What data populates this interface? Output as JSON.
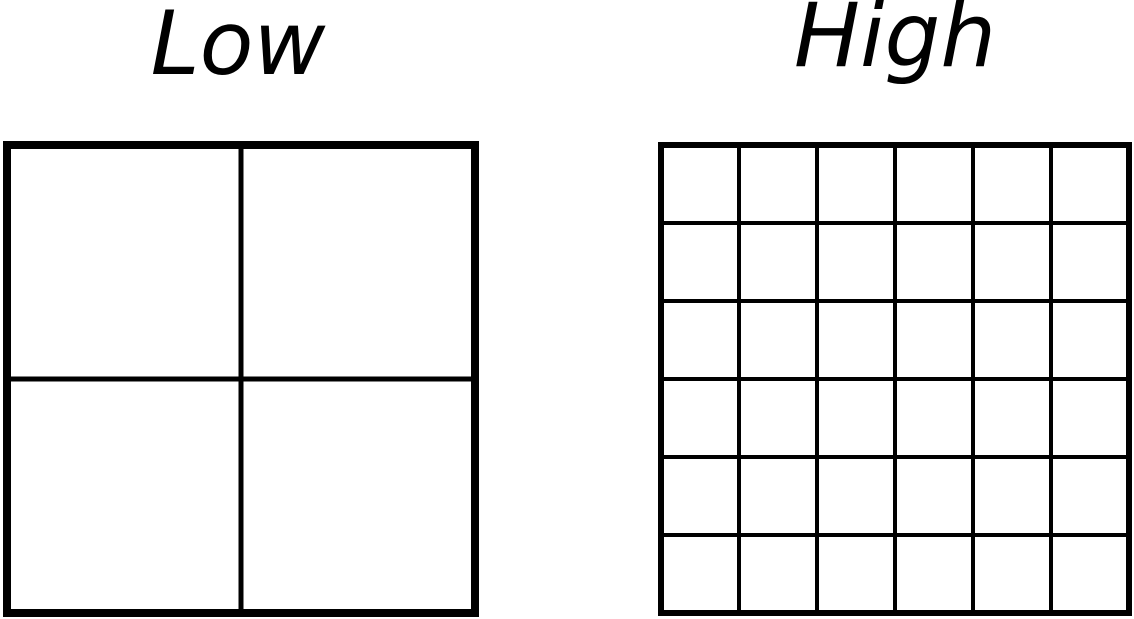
{
  "panels": [
    {
      "label": "Low",
      "grid_divisions": 2
    },
    {
      "label": "High",
      "grid_divisions": 6
    }
  ],
  "colors": {
    "line": "#000000",
    "background": "#ffffff"
  }
}
